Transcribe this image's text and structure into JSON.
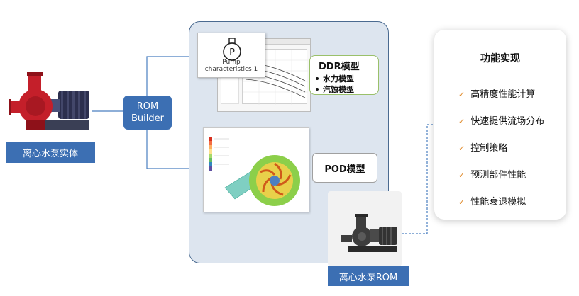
{
  "left": {
    "pump_label": "离心水泵实体"
  },
  "builder": {
    "line1": "ROM",
    "line2": "Builder"
  },
  "ddr": {
    "card_caption": "Pump characteristics 1",
    "title": "DDR模型",
    "items": [
      "水力模型",
      "汽蚀模型"
    ]
  },
  "pod": {
    "title": "POD模型"
  },
  "rom": {
    "label": "离心水泵ROM"
  },
  "features": {
    "title": "功能实现",
    "items": [
      "高精度性能计算",
      "快速提供流场分布",
      "控制策略",
      "预测部件性能",
      "性能衰退模拟"
    ]
  },
  "colors": {
    "label_blue": "#3c6fb3",
    "panel_bg": "#dde5ef",
    "connector": "#4a7fc0",
    "check": "#e08a2a",
    "ddr_border": "#9ac06a"
  }
}
